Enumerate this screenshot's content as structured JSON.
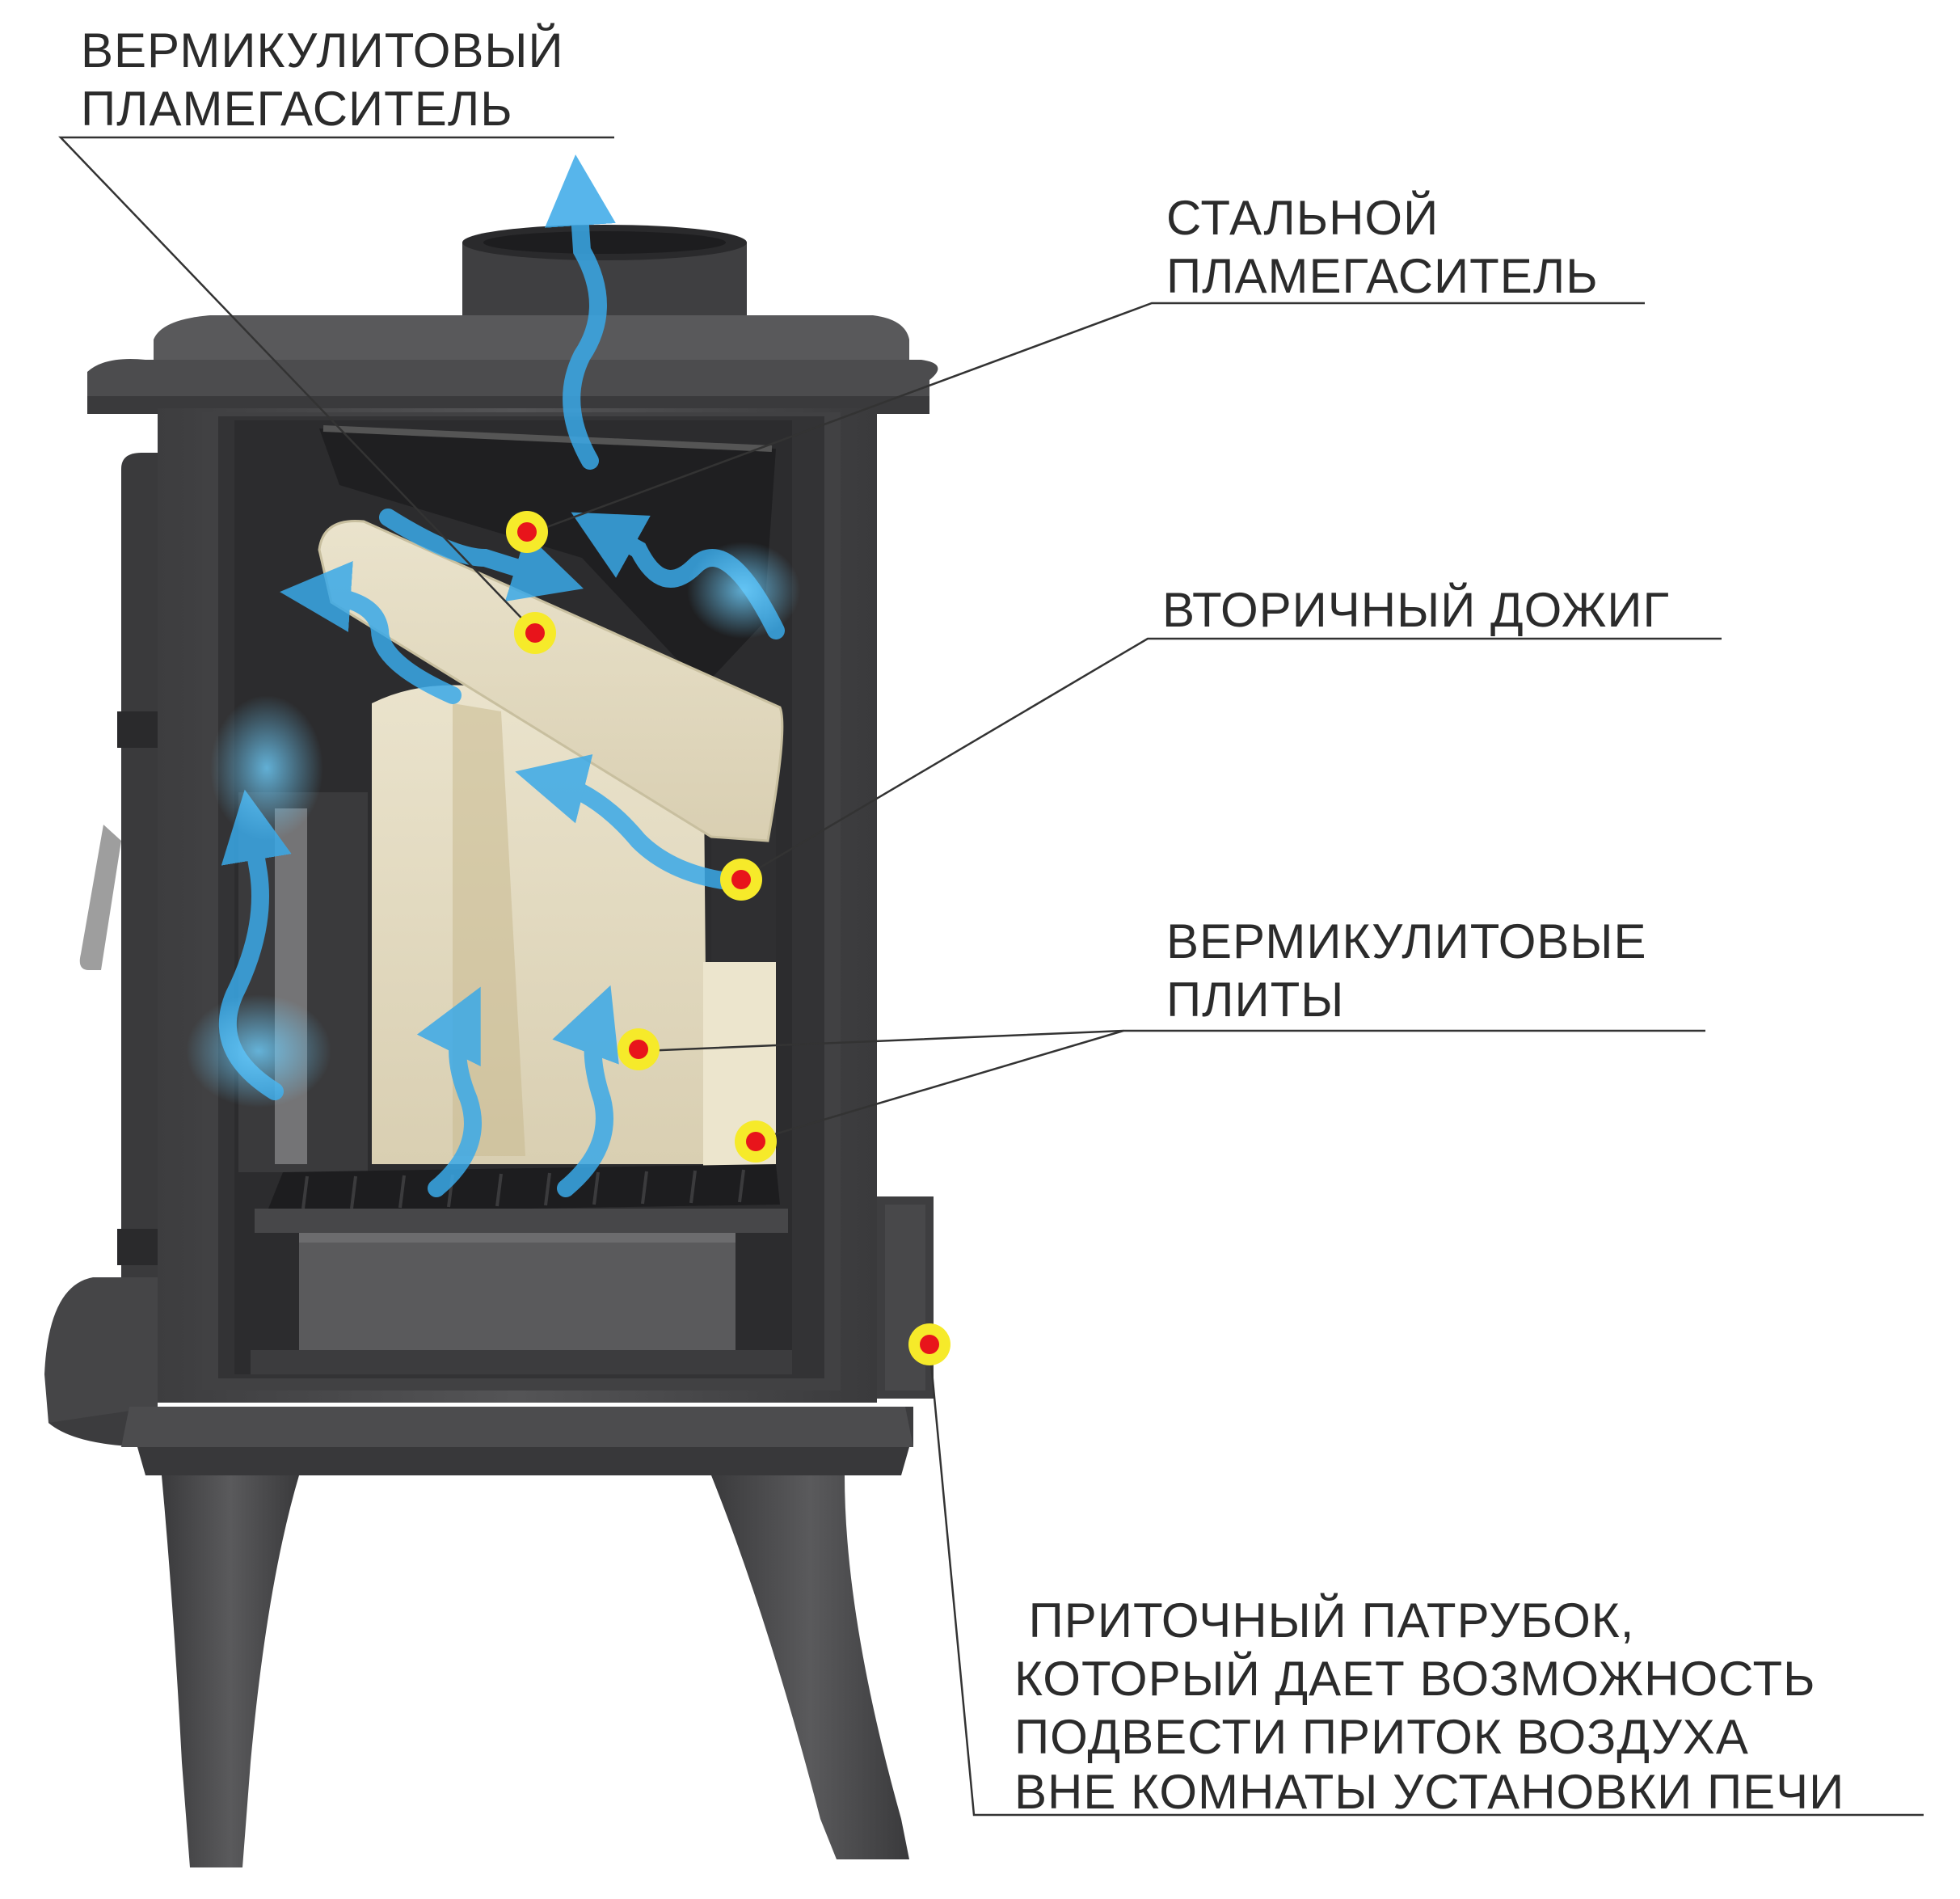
{
  "labels": {
    "vermiculite_baffle": [
      "ВЕРМИКУЛИТОВЫЙ",
      "ПЛАМЕГАСИТЕЛЬ"
    ],
    "steel_baffle": [
      "СТАЛЬНОЙ",
      "ПЛАМЕГАСИТЕЛЬ"
    ],
    "secondary_burn": [
      "ВТОРИЧНЫЙ ДОЖИГ"
    ],
    "vermiculite_plates": [
      "ВЕРМИКУЛИТОВЫЕ",
      "ПЛИТЫ"
    ],
    "air_inlet": [
      " ПРИТОЧНЫЙ ПАТРУБОК,",
      "КОТОРЫЙ ДАЕТ ВОЗМОЖНОСТЬ",
      "ПОДВЕСТИ ПРИТОК ВОЗДУХА",
      "ВНЕ КОМНАТЫ УСТАНОВКИ ПЕЧИ"
    ]
  },
  "colors": {
    "stove_body": "#4a4a4c",
    "stove_dark": "#2e2e30",
    "vermiculite": "#e6dfc8",
    "airflow": "#3aa9e8",
    "marker_ring": "#f6ea2a",
    "marker_dot": "#e8141b",
    "leader": "#333333"
  }
}
